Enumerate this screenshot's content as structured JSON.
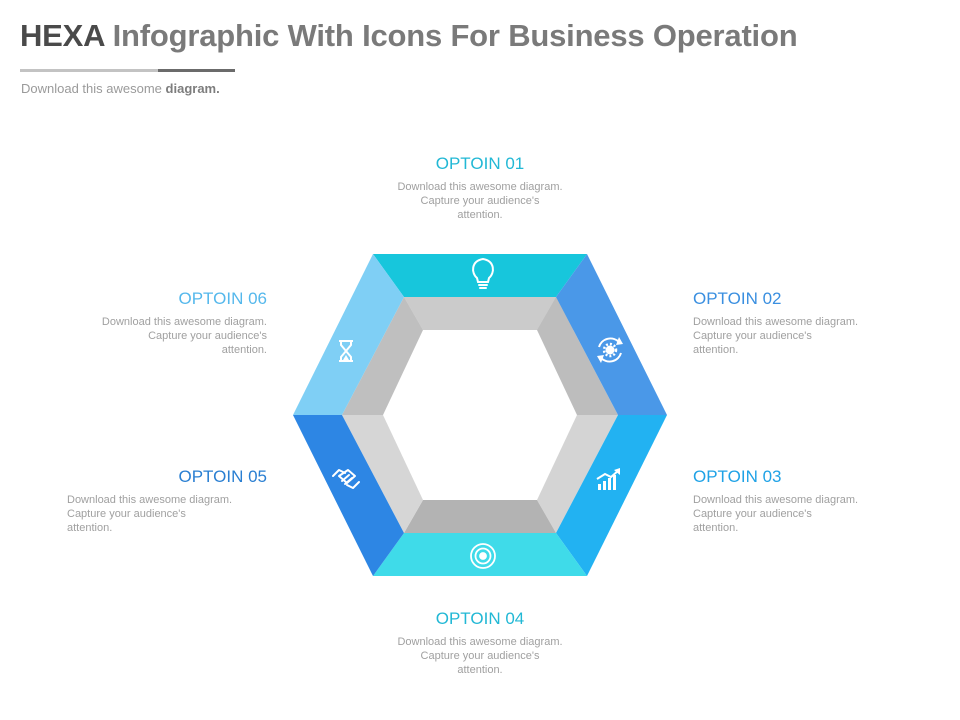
{
  "header": {
    "title_lead": "HEXA",
    "title_rest": "Infographic With Icons For Business Operation",
    "subtitle_text": "Download this awesome",
    "subtitle_bold": "diagram."
  },
  "options": [
    {
      "id": "01",
      "label": "OPTOIN 01",
      "desc": [
        "Download this awesome diagram.",
        "Capture your audience's",
        "attention."
      ],
      "icon": "lightbulb-icon",
      "color": "#17c6dc"
    },
    {
      "id": "02",
      "label": "OPTOIN 02",
      "desc": [
        "Download this awesome diagram.",
        "Capture your audience's",
        "attention."
      ],
      "icon": "gear-cycle-icon",
      "color": "#4a98e8"
    },
    {
      "id": "03",
      "label": "OPTOIN 03",
      "desc": [
        "Download this awesome diagram.",
        "Capture your audience's",
        "attention."
      ],
      "icon": "growth-chart-icon",
      "color": "#22b2f2"
    },
    {
      "id": "04",
      "label": "OPTOIN 04",
      "desc": [
        "Download this awesome diagram.",
        "Capture your audience's",
        "attention."
      ],
      "icon": "target-icon",
      "color": "#3fdbe9"
    },
    {
      "id": "05",
      "label": "OPTOIN 05",
      "desc": [
        "Download this awesome diagram.",
        "Capture your audience's",
        "attention."
      ],
      "icon": "handshake-icon",
      "color": "#2d86e4"
    },
    {
      "id": "06",
      "label": "OPTOIN 06",
      "desc": [
        "Download this awesome diagram.",
        "Capture your audience's",
        "attention."
      ],
      "icon": "hourglass-icon",
      "color": "#7fcff5"
    }
  ]
}
